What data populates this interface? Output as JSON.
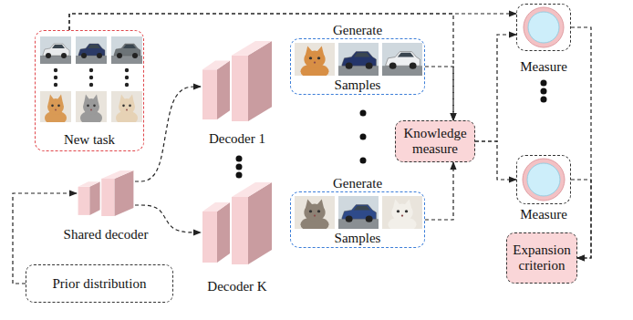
{
  "diagram": {
    "nodes": [
      {
        "text": [
          "New task"
        ]
      },
      {
        "text": [
          "Shared decoder"
        ]
      },
      {
        "text": [
          "Prior distribution"
        ]
      },
      {
        "text": [
          "Decoder 1"
        ]
      },
      {
        "text": [
          "Decoder K"
        ]
      },
      {
        "text": [
          "Generate",
          "Samples"
        ]
      },
      {
        "text": [
          "Generate",
          "Samples"
        ]
      },
      {
        "text": [
          "Knowledge measure"
        ]
      },
      {
        "text": [
          "Measure"
        ]
      },
      {
        "text": [
          "Measure"
        ]
      },
      {
        "text": [
          "Expansion criterion"
        ]
      }
    ],
    "edges": [
      {
        "from": 2,
        "to": 1,
        "arrow": "to"
      },
      {
        "from": 1,
        "to": 3,
        "arrow": "to"
      },
      {
        "from": 1,
        "to": 4,
        "arrow": "to"
      },
      {
        "from": 0,
        "to": 8,
        "arrow": "to"
      },
      {
        "from": 0,
        "to": 7,
        "arrow": "to"
      },
      {
        "from": 5,
        "to": 7,
        "arrow": "to"
      },
      {
        "from": 6,
        "to": 7,
        "arrow": "to"
      },
      {
        "from": 7,
        "to": 8,
        "arrow": "to"
      },
      {
        "from": 7,
        "to": 9,
        "arrow": "to"
      },
      {
        "from": 8,
        "to": 10,
        "arrow": "to"
      },
      {
        "from": 9,
        "to": 10,
        "arrow": "to"
      }
    ]
  }
}
